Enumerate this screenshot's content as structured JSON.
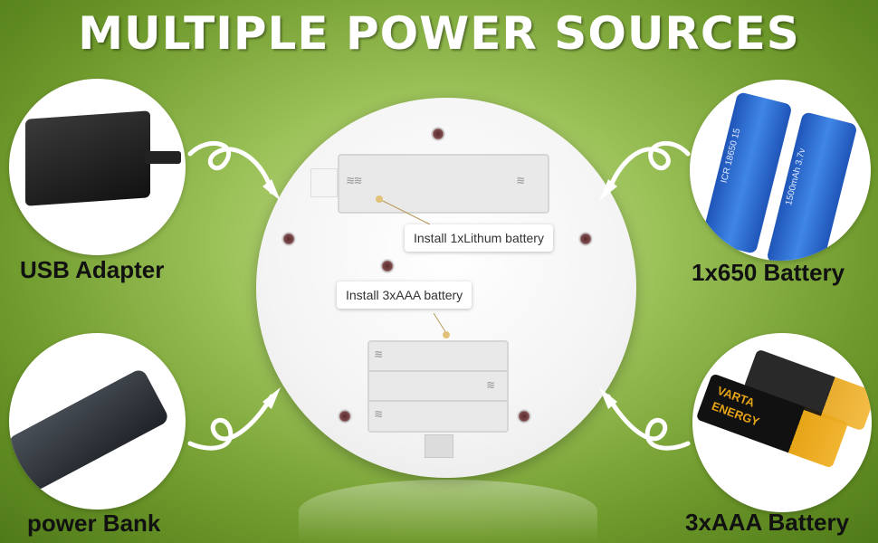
{
  "title": "MULTIPLE POWER SOURCES",
  "sources": {
    "usb_adapter": "USB Adapter",
    "power_bank": "power Bank",
    "battery_650": "1x650 Battery",
    "aaa_battery": "3xAAA Battery"
  },
  "callouts": {
    "lithium": "Install 1xLithum battery",
    "aaa": "Install 3xAAA battery"
  },
  "battery_prints": {
    "lithium_cell_a": "ICR 18650 15",
    "lithium_cell_b": "1500mAh 3.7v",
    "aaa_brand": "VARTA",
    "aaa_sub": "ENERGY"
  },
  "colors": {
    "background_center": "#c5dc8a",
    "background_edge": "#4f7a18",
    "title": "#ffffff",
    "arrow": "#ffffff",
    "label": "#111111"
  }
}
